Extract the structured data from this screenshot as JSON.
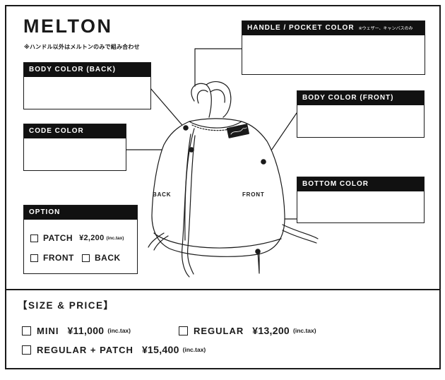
{
  "header": {
    "title": "MELTON",
    "subtitle": "※ハンドル以外はメルトンのみで組み合わせ"
  },
  "boxes": {
    "handle_pocket": {
      "label": "HANDLE / POCKET COLOR",
      "note": "※ウェザー、キャンバスのみ"
    },
    "body_back": {
      "label": "BODY COLOR (BACK)"
    },
    "body_front": {
      "label": "BODY COLOR (FRONT)"
    },
    "code": {
      "label": "CODE COLOR"
    },
    "bottom": {
      "label": "BOTTOM COLOR"
    }
  },
  "bag_labels": {
    "back": "BACK",
    "front": "FRONT"
  },
  "option": {
    "label": "OPTION",
    "items": [
      {
        "label": "PATCH",
        "price": "¥2,200",
        "tax": "(inc.tax)",
        "checked": false
      },
      {
        "label": "FRONT",
        "checked": false
      },
      {
        "label": "BACK",
        "checked": false
      }
    ]
  },
  "size_price": {
    "title": "【SIZE & PRICE】",
    "items": [
      {
        "label": "MINI",
        "price": "¥11,000",
        "tax": "(inc.tax)",
        "checked": false
      },
      {
        "label": "REGULAR",
        "price": "¥13,200",
        "tax": "(inc.tax)",
        "checked": false
      },
      {
        "label": "REGULAR + PATCH",
        "price": "¥15,400",
        "tax": "(inc.tax)",
        "checked": false
      }
    ]
  },
  "colors": {
    "ink": "#1a1a1a",
    "header_fill": "#111111",
    "background": "#ffffff"
  }
}
